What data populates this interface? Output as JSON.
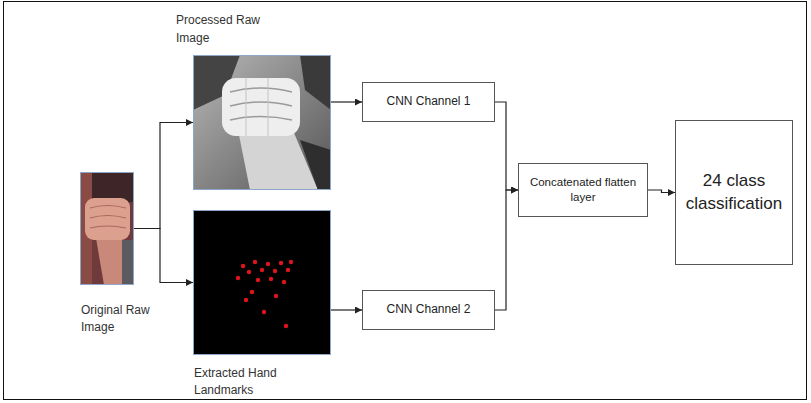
{
  "diagram": {
    "nodes": [
      {
        "text": [
          "Original Raw Image"
        ]
      },
      {
        "text": [
          "Processed Raw Image"
        ]
      },
      {
        "text": [
          "Extracted Hand Landmarks"
        ]
      },
      {
        "text": [
          "CNN Channel 1"
        ]
      },
      {
        "text": [
          "CNN Channel 2"
        ]
      },
      {
        "text": [
          "Concatenated flatten layer"
        ]
      },
      {
        "text": [
          "24 class classification"
        ]
      }
    ],
    "edges": [
      {
        "from": 0,
        "to": 1,
        "arrow": "to"
      },
      {
        "from": 0,
        "to": 2,
        "arrow": "to"
      },
      {
        "from": 1,
        "to": 3,
        "arrow": "to"
      },
      {
        "from": 2,
        "to": 4,
        "arrow": "to"
      },
      {
        "from": 3,
        "to": 5,
        "arrow": "to"
      },
      {
        "from": 4,
        "to": 5,
        "arrow": "to"
      },
      {
        "from": 5,
        "to": 6,
        "arrow": "to"
      }
    ]
  }
}
